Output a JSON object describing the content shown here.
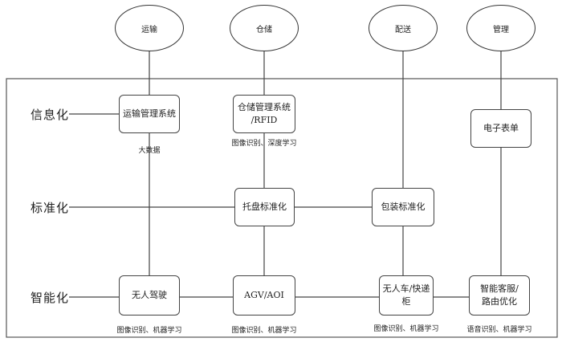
{
  "categories": {
    "transport": "运输",
    "storage": "仓储",
    "delivery": "配送",
    "management": "管理"
  },
  "rows": {
    "informatization": "信息化",
    "standardization": "标准化",
    "intelligence": "智能化"
  },
  "boxes": {
    "transport_mgmt": "运输管理系统",
    "storage_mgmt_line1": "仓储管理系统",
    "storage_mgmt_line2": "/RFID",
    "e_form": "电子表单",
    "pallet_std": "托盘标准化",
    "package_std": "包装标准化",
    "autonomous_driving": "无人驾驶",
    "agv_aoi": "AGV/AOI",
    "unmanned_vehicle": "无人车/快递柜",
    "smart_service_line1": "智能客服/",
    "smart_service_line2": "路由优化"
  },
  "captions": {
    "big_data": "大数据",
    "image_deep_learning": "图像识别、深度学习",
    "image_ml_1": "图像识别、机器学习",
    "image_ml_2": "图像识别、机器学习",
    "image_ml_3": "图像识别、机器学习",
    "speech_ml": "语音识别、机器学习"
  }
}
